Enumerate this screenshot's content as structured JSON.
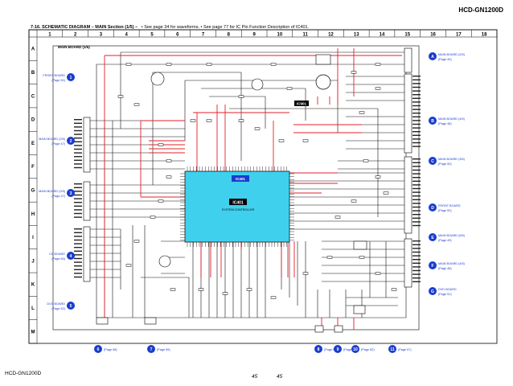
{
  "header": {
    "model_top": "HCD-GN1200D",
    "model_bottom": "HCD-GN1200D",
    "title": "7-16.  SCHEMATIC  DIAGRAM  – MAIN Section (1/5) –",
    "notes": "• See page 34 for waveforms.   • See page 77 for IC Pin Function Description of IC401.",
    "board_label": "MAIN BOARD (1/5)",
    "page_left": "45",
    "page_right": "45"
  },
  "grid": {
    "columns": [
      "1",
      "2",
      "3",
      "4",
      "5",
      "6",
      "7",
      "8",
      "9",
      "10",
      "11",
      "12",
      "13",
      "14",
      "15",
      "16",
      "17",
      "18"
    ],
    "rows": [
      "A",
      "B",
      "C",
      "D",
      "E",
      "F",
      "G",
      "H",
      "I",
      "J",
      "K",
      "L",
      "M"
    ]
  },
  "ic": {
    "main_label": "IC401",
    "main_sub": "SYSTEM CONTROLLER",
    "small_label": "IC901",
    "badge": "IC401"
  },
  "connectors_left": [
    {
      "id": "1",
      "title": "FRONT BOARD",
      "page": "(Page 52)"
    },
    {
      "id": "2",
      "title": "MAIN BOARD (2/5)",
      "page": "(Page 47)"
    },
    {
      "id": "3",
      "title": "MAIN BOARD (2/5)",
      "page": "(Page 47)"
    },
    {
      "id": "4",
      "title": "CD BOARD",
      "page": "(Page 60)"
    },
    {
      "id": "5",
      "title": "DVD BOARD",
      "page": "(Page 52)"
    }
  ],
  "connectors_right": [
    {
      "id": "A",
      "title": "MAIN BOARD (2/5)",
      "page": "(Page 49)"
    },
    {
      "id": "B",
      "title": "MAIN BOARD (4/5)",
      "page": "(Page 48)"
    },
    {
      "id": "C",
      "title": "MAIN BOARD (3/5)",
      "page": "(Page 50)"
    },
    {
      "id": "D",
      "title": "FRONT BOARD",
      "page": "(Page 52)"
    },
    {
      "id": "E",
      "title": "MAIN BOARD (5/5)",
      "page": "(Page 49)"
    },
    {
      "id": "F",
      "title": "MAIN BOARD (4/5)",
      "page": "(Page 48)"
    },
    {
      "id": "G",
      "title": "DVD BOARD",
      "page": "(Page 51)"
    }
  ],
  "connectors_bottom": [
    {
      "id": "6",
      "page": "(Page 58)"
    },
    {
      "id": "7",
      "page": "(Page 59)"
    },
    {
      "id": "8",
      "page": "(Page 57)"
    },
    {
      "id": "9",
      "page": "(Page 57)"
    },
    {
      "id": "10",
      "page": "(Page 52)"
    },
    {
      "id": "11",
      "page": "(Page 57)"
    }
  ],
  "colors": {
    "wire": "#111111",
    "bus_red": "#e0202a",
    "ic_fill": "#3fd0ee",
    "arrow_blue": "#1a3ccf"
  }
}
